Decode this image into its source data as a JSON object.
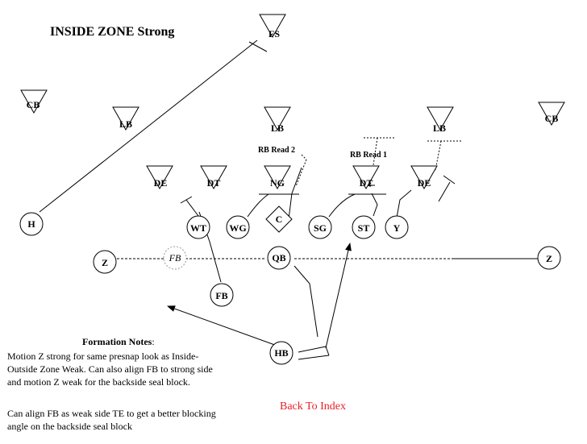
{
  "title": "INSIDE ZONE Strong",
  "defense": [
    {
      "id": "fs",
      "label": "FS"
    },
    {
      "id": "cb-left",
      "label": "CB"
    },
    {
      "id": "lb-left",
      "label": "LB"
    },
    {
      "id": "lb-middle",
      "label": "LB"
    },
    {
      "id": "lb-right",
      "label": "LB"
    },
    {
      "id": "cb-right",
      "label": "CB"
    },
    {
      "id": "de-left",
      "label": "DE"
    },
    {
      "id": "dt-left",
      "label": "DT"
    },
    {
      "id": "ng",
      "label": "NG"
    },
    {
      "id": "dt-right",
      "label": "DT"
    },
    {
      "id": "de-right",
      "label": "DE"
    }
  ],
  "offense": [
    {
      "id": "h",
      "label": "H"
    },
    {
      "id": "wt",
      "label": "WT"
    },
    {
      "id": "wg",
      "label": "WG"
    },
    {
      "id": "c",
      "label": "C"
    },
    {
      "id": "sg",
      "label": "SG"
    },
    {
      "id": "st",
      "label": "ST"
    },
    {
      "id": "y",
      "label": "Y"
    },
    {
      "id": "z-left",
      "label": "Z"
    },
    {
      "id": "fb-ghost",
      "label": "FB"
    },
    {
      "id": "qb",
      "label": "QB"
    },
    {
      "id": "z-right",
      "label": "Z"
    },
    {
      "id": "fb",
      "label": "FB"
    },
    {
      "id": "hb",
      "label": "HB"
    }
  ],
  "reads": {
    "read1": "RB Read 1",
    "read2": "RB Read 2"
  },
  "notes": {
    "heading": "Formation Notes",
    "heading_suffix": ":",
    "paragraph1": "Motion Z strong for same presnap look  as Inside-Outside Zone Weak.  Can also align FB to strong side and motion Z weak for the backside seal block.",
    "paragraph2": "Can align FB as weak side TE to get a better blocking angle on the backside seal block"
  },
  "back_link": "Back To Index",
  "colors": {
    "link": "#e8202a",
    "lines": "#000000",
    "ghost": "#999999"
  }
}
